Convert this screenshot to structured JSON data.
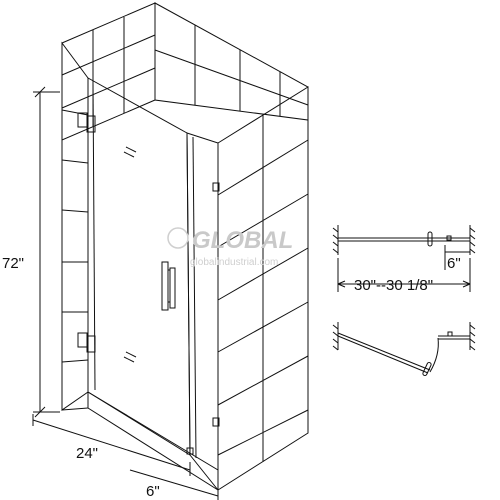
{
  "dimensions": {
    "height": "72\"",
    "width": "24\"",
    "return": "6\"",
    "side_return": "6\"",
    "opening_range": "30\"--30 1/8\""
  },
  "watermark": {
    "brand": "GLOBAL",
    "site": "globalindustrial.com"
  },
  "colors": {
    "line": "#111111",
    "watermark": "#c9c9c9"
  }
}
